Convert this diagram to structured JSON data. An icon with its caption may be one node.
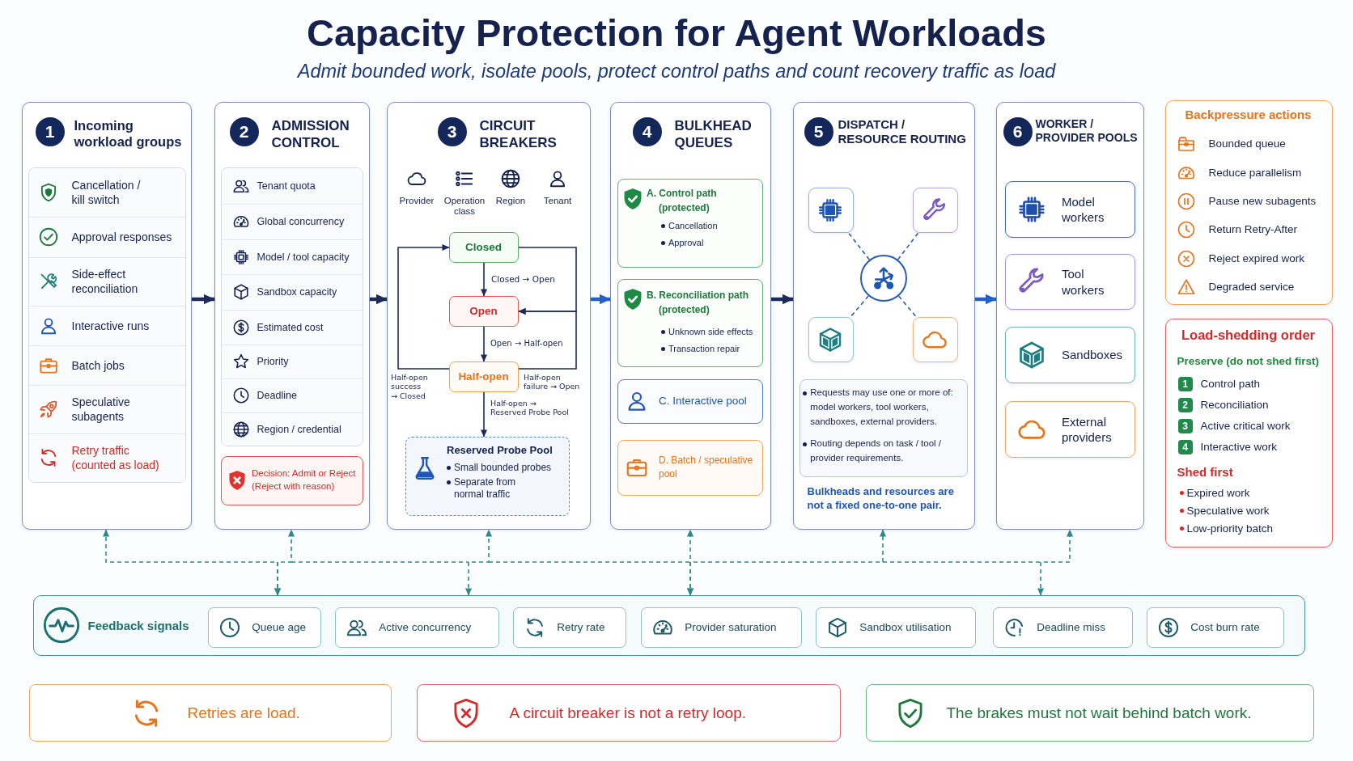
{
  "diagram": {
    "title": "Capacity Protection for Agent Workloads",
    "nodes": [
      {
        "text": [
          "1",
          "Incoming workload groups"
        ]
      },
      {
        "text": [
          "Cancellation / kill switch"
        ],
        "in": 0
      },
      {
        "text": [
          "Approval responses"
        ],
        "in": 0
      },
      {
        "text": [
          "Side-effect reconciliation"
        ],
        "in": 0
      },
      {
        "text": [
          "Interactive runs"
        ],
        "in": 0
      },
      {
        "text": [
          "Batch jobs"
        ],
        "in": 0
      },
      {
        "text": [
          "Speculative subagents"
        ],
        "in": 0
      },
      {
        "text": [
          "Retry traffic (counted as load)"
        ],
        "in": 0
      },
      {
        "text": [
          "2",
          "ADMISSION CONTROL"
        ]
      },
      {
        "text": [
          "Tenant quota"
        ],
        "in": 8
      },
      {
        "text": [
          "Global concurrency"
        ],
        "in": 8
      },
      {
        "text": [
          "Model / tool capacity"
        ],
        "in": 8
      },
      {
        "text": [
          "Sandbox capacity"
        ],
        "in": 8
      },
      {
        "text": [
          "Estimated cost"
        ],
        "in": 8
      },
      {
        "text": [
          "Priority"
        ],
        "in": 8
      },
      {
        "text": [
          "Deadline"
        ],
        "in": 8
      },
      {
        "text": [
          "Region / credential"
        ],
        "in": 8
      },
      {
        "text": [
          "Decision: Admit or Reject (Reject with reason)"
        ],
        "in": 8
      },
      {
        "text": [
          "3",
          "CIRCUIT BREAKERS"
        ]
      },
      {
        "text": [
          "Closed"
        ],
        "in": 18
      },
      {
        "text": [
          "Open"
        ],
        "in": 18
      },
      {
        "text": [
          "Half-open"
        ],
        "in": 18
      },
      {
        "text": [
          "Reserved Probe Pool",
          "Small bounded probes",
          "Separate from normal traffic"
        ],
        "in": 18
      },
      {
        "text": [
          "4",
          "BULKHEAD QUEUES"
        ]
      },
      {
        "text": [
          "A. Control path (protected)",
          "Cancellation",
          "Approval"
        ],
        "in": 23
      },
      {
        "text": [
          "B. Reconciliation path (protected)",
          "Unknown side effects",
          "Transaction repair"
        ],
        "in": 23
      },
      {
        "text": [
          "C. Interactive pool"
        ],
        "in": 23
      },
      {
        "text": [
          "D. Batch / speculative pool"
        ],
        "in": 23
      },
      {
        "text": [
          "5",
          "DISPATCH / RESOURCE ROUTING",
          "Bulkheads and resources are not a fixed one-to-one pair."
        ]
      },
      {
        "text": [],
        "shape": "box",
        "in": 28
      },
      {
        "text": [],
        "shape": "box",
        "in": 28
      },
      {
        "text": [],
        "shape": "circle",
        "in": 28
      },
      {
        "text": [],
        "shape": "box",
        "in": 28
      },
      {
        "text": [],
        "shape": "box",
        "in": 28
      },
      {
        "text": [
          "Requests may use one or more of: model workers, tool workers, sandboxes, external providers.",
          "Routing depends on task / tool / provider requirements."
        ],
        "in": 28
      },
      {
        "text": [
          "6",
          "WORKER / PROVIDER POOLS"
        ]
      },
      {
        "text": [
          "Model workers"
        ],
        "in": 35
      },
      {
        "text": [
          "Tool workers"
        ],
        "in": 35
      },
      {
        "text": [
          "Sandboxes"
        ],
        "in": 35
      },
      {
        "text": [
          "External providers"
        ],
        "in": 35
      },
      {
        "text": [
          "Backpressure actions",
          "Bounded queue",
          "Reduce parallelism",
          "Pause new subagents",
          "Return Retry-After",
          "Reject expired work",
          "Degraded service"
        ]
      },
      {
        "text": [
          "Load-shedding order",
          "Preserve (do not shed first)",
          "1",
          "Control path",
          "2",
          "Reconciliation",
          "3",
          "Active critical work",
          "4",
          "Interactive work",
          "Shed first",
          "Expired work",
          "Speculative work",
          "Low-priority batch"
        ]
      },
      {
        "text": [
          "Feedback signals"
        ]
      },
      {
        "text": [
          "Queue age"
        ],
        "in": 42
      },
      {
        "text": [
          "Active concurrency"
        ],
        "in": 42
      },
      {
        "text": [
          "Retry rate"
        ],
        "in": 42
      },
      {
        "text": [
          "Provider saturation"
        ],
        "in": 42
      },
      {
        "text": [
          "Sandbox utilisation"
        ],
        "in": 42
      },
      {
        "text": [
          "Deadline miss"
        ],
        "in": 42
      },
      {
        "text": [
          "Cost burn rate"
        ],
        "in": 42
      },
      {
        "text": [
          "Retries are load."
        ]
      },
      {
        "text": [
          "A circuit breaker is not a retry loop."
        ]
      },
      {
        "text": [
          "The brakes must not wait behind batch work."
        ]
      }
    ],
    "edges": [
      {
        "from": 0,
        "to": 8,
        "arrow": "to",
        "style": "thick"
      },
      {
        "from": 8,
        "to": 18,
        "arrow": "to",
        "style": "thick"
      },
      {
        "from": 18,
        "to": 23,
        "arrow": "to",
        "style": "thick",
        "color": "#2160c4"
      },
      {
        "from": 23,
        "to": 28,
        "arrow": "to",
        "style": "thick"
      },
      {
        "from": 28,
        "to": 35,
        "arrow": "to",
        "style": "thick",
        "color": "#2160c4"
      },
      {
        "from": 19,
        "to": 20,
        "arrow": "to",
        "label": "Closed → Open"
      },
      {
        "from": 19,
        "to": 20,
        "arrow": "to"
      },
      {
        "from": 20,
        "to": 21,
        "arrow": "to",
        "label": "Open → Half-open"
      },
      {
        "from": 21,
        "to": 19,
        "arrow": "to",
        "label": "Half-open success → Closed"
      },
      {
        "from": 21,
        "to": 20,
        "arrow": "to",
        "label": "Half-open failure → Open"
      },
      {
        "from": 21,
        "to": 22,
        "arrow": "to",
        "label": "Half-open → Reserved Probe Pool"
      },
      {
        "from": 31,
        "to": 29,
        "arrow": "none",
        "style": "dashed",
        "color": "#2a5cb5"
      },
      {
        "from": 31,
        "to": 30,
        "arrow": "none",
        "style": "dashed",
        "color": "#2a5cb5"
      },
      {
        "from": 31,
        "to": 32,
        "arrow": "none",
        "style": "dashed",
        "color": "#2a5cb5"
      },
      {
        "from": 31,
        "to": 33,
        "arrow": "none",
        "style": "dashed",
        "color": "#2a5cb5"
      },
      {
        "from": 42,
        "to": 0,
        "arrow": "both",
        "style": "dashed",
        "color": "#2b8a86"
      },
      {
        "from": 42,
        "to": 8,
        "arrow": "both",
        "style": "dashed",
        "color": "#2b8a86"
      },
      {
        "from": 42,
        "to": 18,
        "arrow": "both",
        "style": "dashed",
        "color": "#2b8a86"
      },
      {
        "from": 42,
        "to": 23,
        "arrow": "both",
        "style": "dashed",
        "color": "#2b8a86"
      },
      {
        "from": 42,
        "to": 28,
        "arrow": "both",
        "style": "dashed",
        "color": "#2b8a86"
      },
      {
        "from": 42,
        "to": 35,
        "arrow": "both",
        "style": "dashed",
        "color": "#2b8a86"
      }
    ],
    "labels": [
      "Admit bounded work, isolate pools, protect control paths and count recovery traffic as load",
      "Provider",
      "Operation class",
      "Region",
      "Tenant"
    ]
  }
}
